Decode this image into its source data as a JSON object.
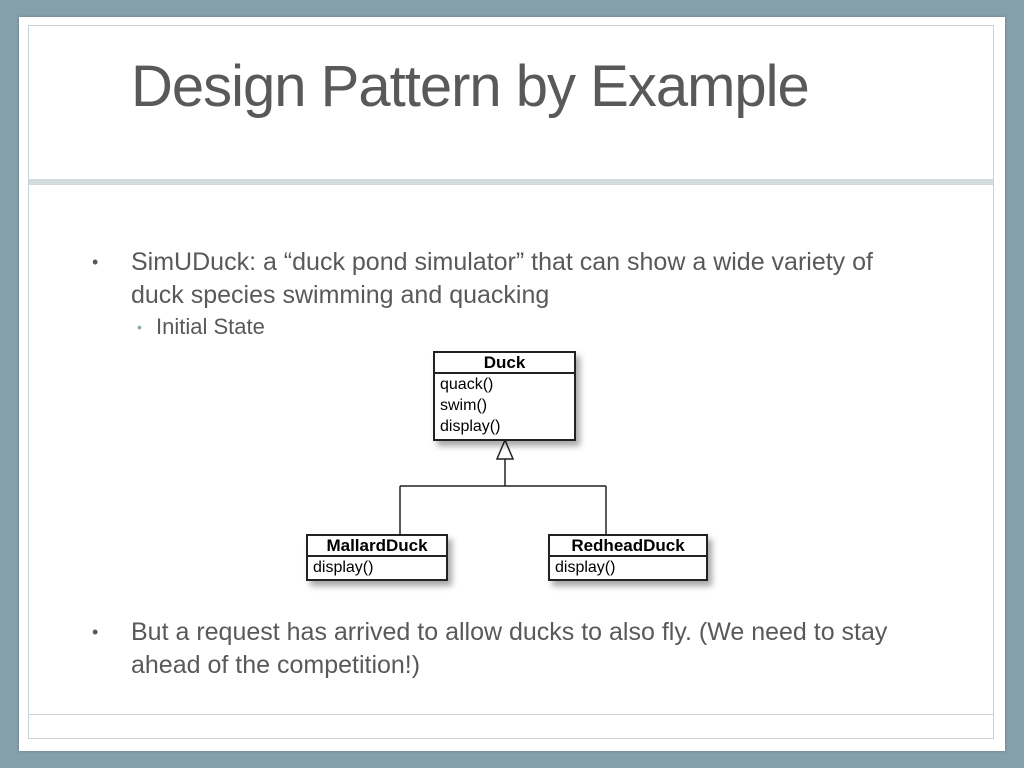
{
  "slide": {
    "title": "Design Pattern by Example",
    "bullets": [
      "SimUDuck: a “duck pond simulator” that can show a wide variety of duck species swimming and quacking",
      "But a request has arrived to allow ducks to also fly. (We need to stay ahead of the competition!)"
    ],
    "sub_bullet": "Initial State",
    "bullet_glyph": "•",
    "sub_bullet_glyph": "•"
  },
  "diagram": {
    "parent": {
      "name": "Duck",
      "methods": [
        "quack()",
        "swim()",
        "display()"
      ]
    },
    "children": [
      {
        "name": "MallardDuck",
        "methods": [
          "display()"
        ]
      },
      {
        "name": "RedheadDuck",
        "methods": [
          "display()"
        ]
      }
    ]
  }
}
